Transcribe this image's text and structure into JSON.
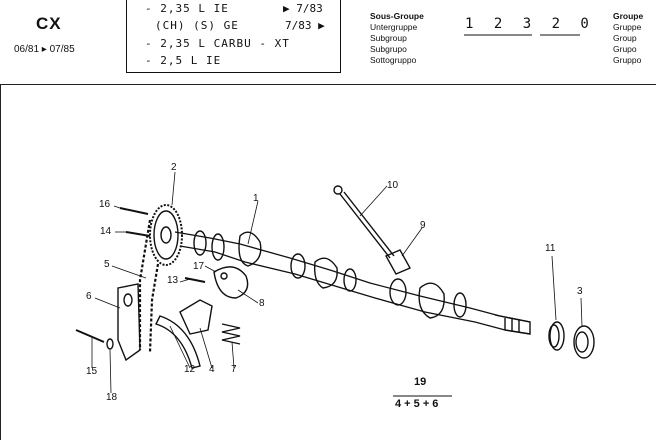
{
  "header": {
    "model": "CX",
    "dates": "06/81 ▸ 07/85",
    "variants": [
      {
        "label": "- 2,35 L   IE",
        "date": "▶ 7/83"
      },
      {
        "label": "(CH) (S) GE",
        "date": "7/83  ▶"
      },
      {
        "label": "- 2,35 L CARBU - XT",
        "date": ""
      },
      {
        "label": "- 2,5 L IE",
        "date": ""
      }
    ],
    "subgroup_labels": {
      "title": "Sous-Groupe",
      "lines": [
        "Untergruppe",
        "Subgroup",
        "Subgrupo",
        "Sottogruppo"
      ]
    },
    "group_number": "1 2 3  2 0",
    "group_labels": {
      "title": "Groupe",
      "lines": [
        "Gruppe",
        "Group",
        "Grupo",
        "Gruppo"
      ]
    }
  },
  "diagram": {
    "callouts": [
      "1",
      "2",
      "3",
      "4",
      "5",
      "6",
      "7",
      "8",
      "9",
      "10",
      "11",
      "12",
      "13",
      "14",
      "15",
      "16",
      "17",
      "18"
    ],
    "reference": {
      "number": "19",
      "parts": "4 + 5 + 6"
    }
  }
}
